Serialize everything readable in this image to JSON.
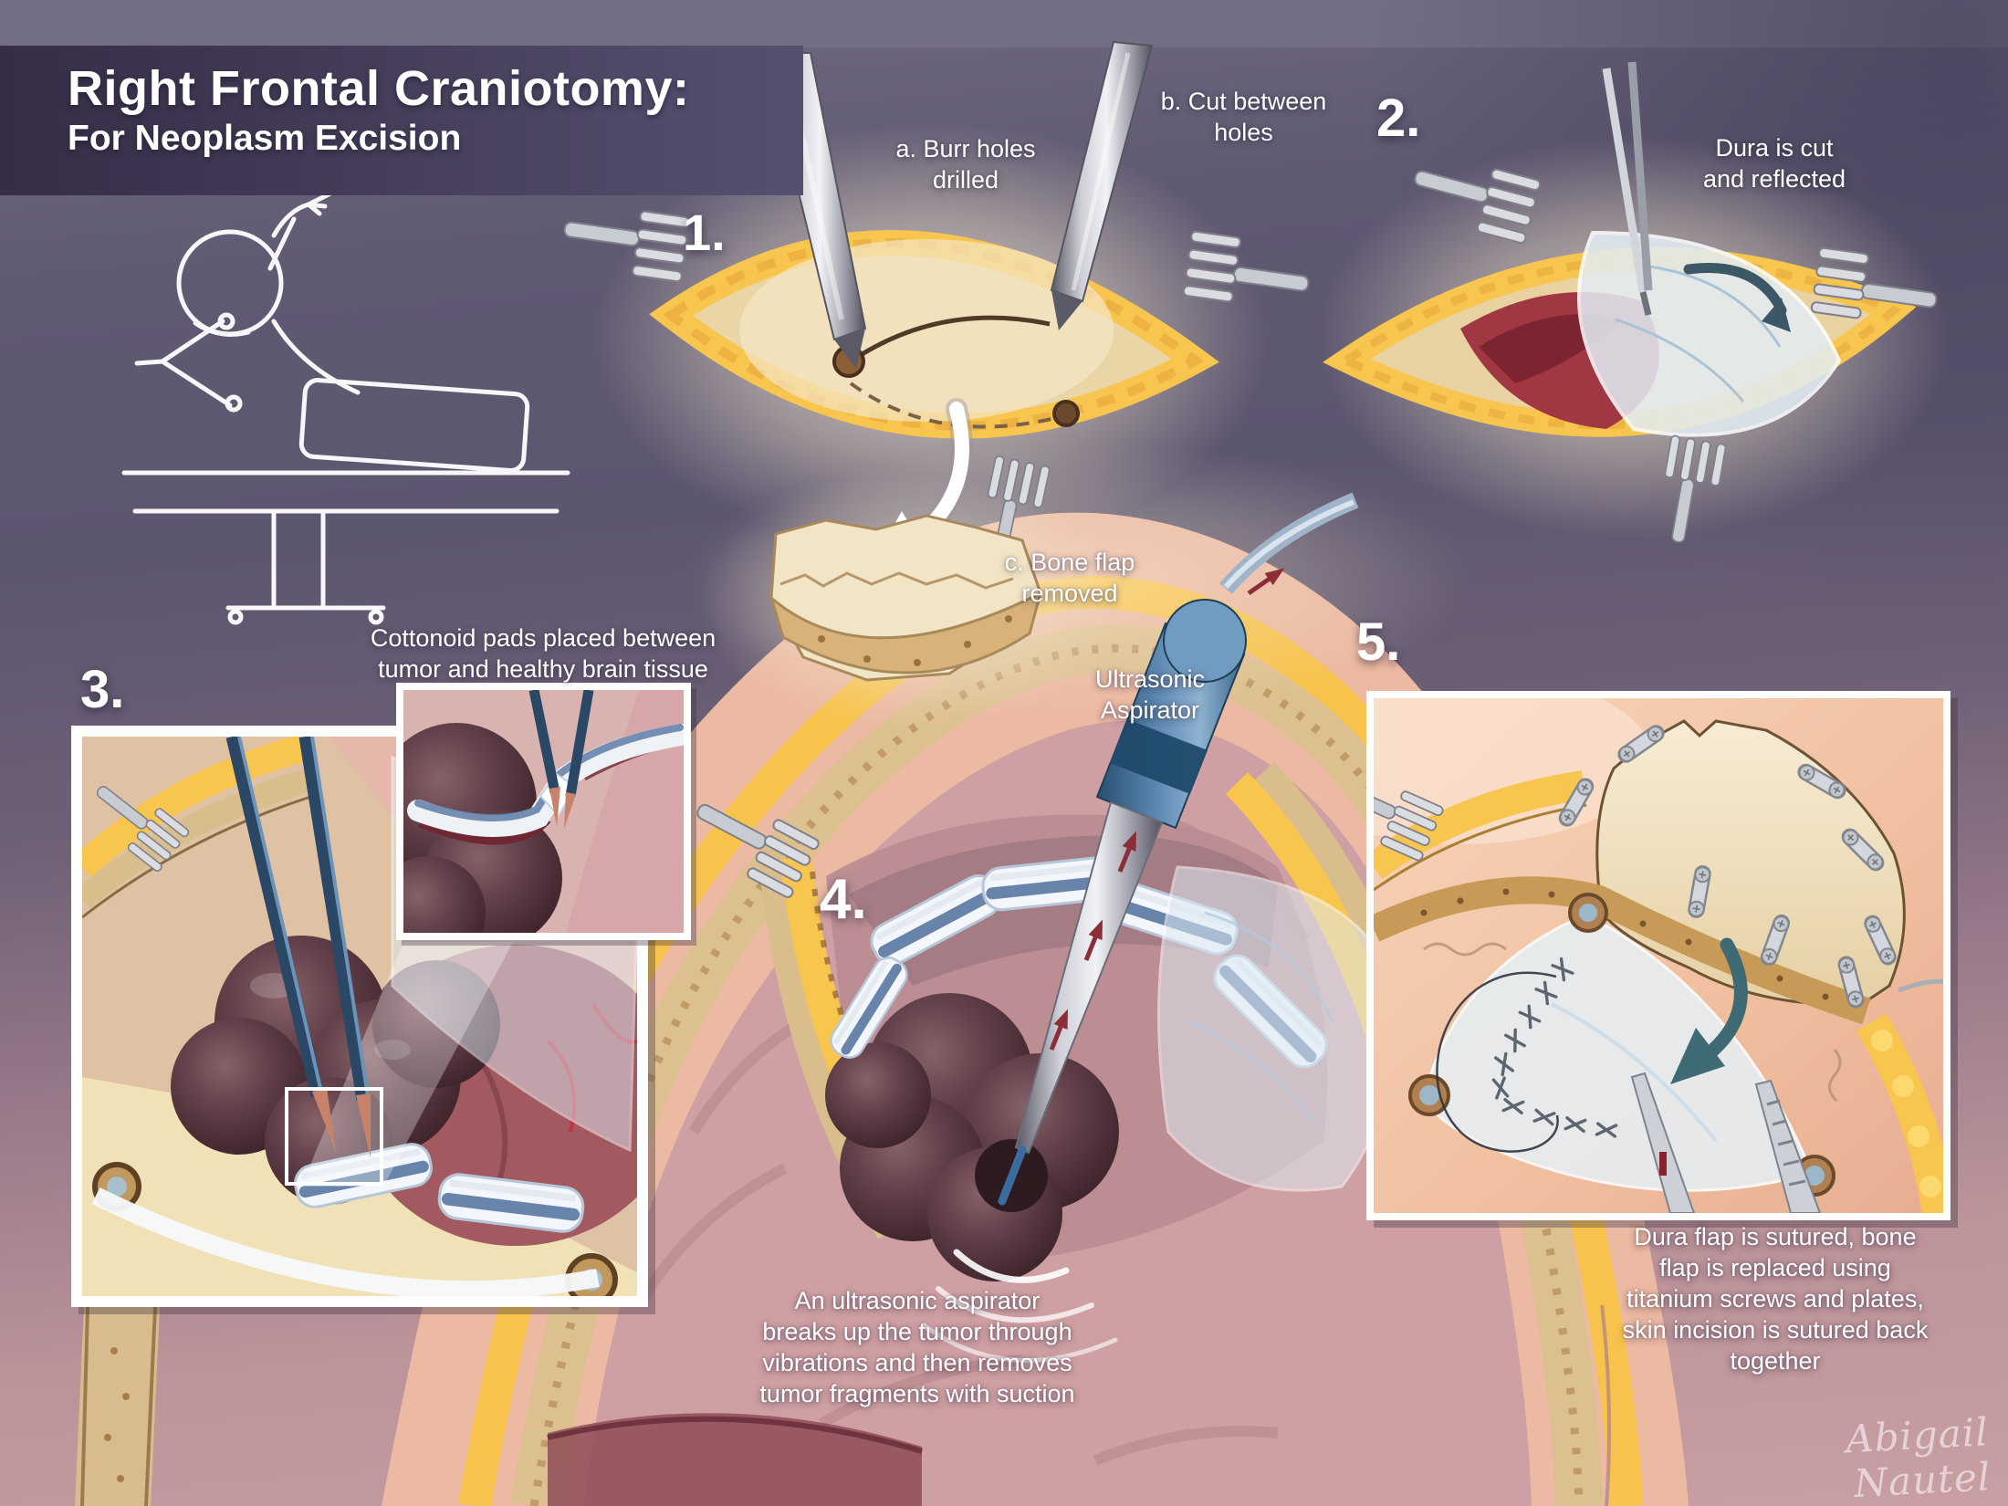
{
  "poster": {
    "title": "Right Frontal Craniotomy:",
    "subtitle": "For Neoplasm Excision",
    "signature": "Abigail Nautel"
  },
  "steps": {
    "s1": {
      "number": "1.",
      "label_a": "a. Burr holes drilled",
      "label_b": "b. Cut between holes",
      "label_c": "c. Bone flap removed"
    },
    "s2": {
      "number": "2.",
      "label": "Dura is cut and reflected"
    },
    "s3": {
      "number": "3.",
      "label": "Cottonoid pads placed between tumor and healthy brain tissue"
    },
    "s4": {
      "number": "4.",
      "tool_label": "Ultrasonic Aspirator",
      "caption": "An ultrasonic aspirator breaks up the tumor through vibrations and then removes tumor fragments with suction"
    },
    "s5": {
      "number": "5.",
      "caption": "Dura flap is sutured, bone flap is replaced using titanium screws and plates, skin incision is sutured back together"
    }
  },
  "colors": {
    "banner_purple": "#443c57",
    "background_top": "#6b6480",
    "background_bottom": "#c89fa2",
    "fat_yellow": "#f7c34c",
    "bone_tan": "#ddc090",
    "bone_cream": "#f2e5c6",
    "brain_pink": "#cfa0a3",
    "tumor_maroon": "#5a383f",
    "dura_blue": "#dfeaf3",
    "dura_red": "#a23744",
    "arrow_teal": "#3e6a74",
    "label_text": "#ffffff"
  }
}
